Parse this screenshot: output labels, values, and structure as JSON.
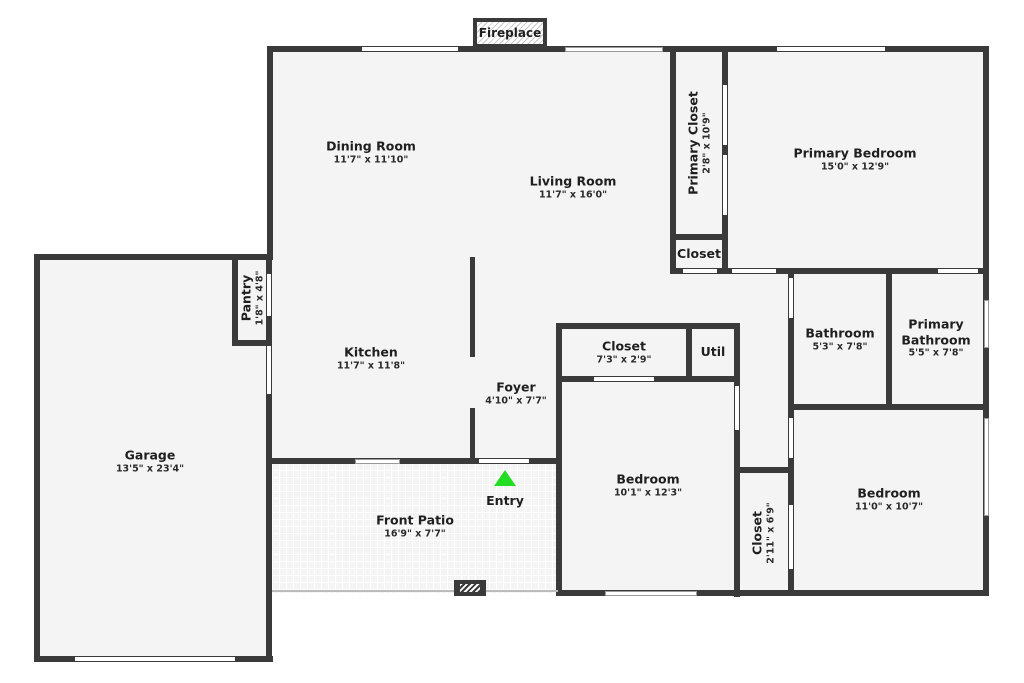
{
  "floorplan": {
    "fireplace": "Fireplace",
    "entry": "Entry",
    "entry_marker_color": "#22dd22",
    "wall_color": "#3a3a3a",
    "floor_color": "#f4f4f4",
    "rooms": {
      "dining": {
        "name": "Dining Room",
        "dim": "11'7\" x 11'10\""
      },
      "living": {
        "name": "Living Room",
        "dim": "11'7\" x 16'0\""
      },
      "primary_closet": {
        "name": "Primary Closet",
        "dim": "2'8\" x 10'9\""
      },
      "primary_bedroom": {
        "name": "Primary Bedroom",
        "dim": "15'0\" x 12'9\""
      },
      "closet_small": {
        "name": "Closet"
      },
      "pantry": {
        "name": "Pantry",
        "dim": "1'8\" x 4'8\""
      },
      "kitchen": {
        "name": "Kitchen",
        "dim": "11'7\" x 11'8\""
      },
      "foyer": {
        "name": "Foyer",
        "dim": "4'10\" x 7'7\""
      },
      "closet_hall": {
        "name": "Closet",
        "dim": "7'3\" x 2'9\""
      },
      "util": {
        "name": "Util"
      },
      "bathroom": {
        "name": "Bathroom",
        "dim": "5'3\" x 7'8\""
      },
      "primary_bathroom": {
        "name": "Primary Bathroom",
        "name_line1": "Primary",
        "name_line2": "Bathroom",
        "dim": "5'5\" x 7'8\""
      },
      "garage": {
        "name": "Garage",
        "dim": "13'5\" x 23'4\""
      },
      "front_patio": {
        "name": "Front Patio",
        "dim": "16'9\" x 7'7\""
      },
      "bedroom_2": {
        "name": "Bedroom",
        "dim": "10'1\" x 12'3\""
      },
      "closet_bed3": {
        "name": "Closet",
        "dim": "2'11\" x 6'9\""
      },
      "bedroom_3": {
        "name": "Bedroom",
        "dim": "11'0\" x 10'7\""
      }
    }
  }
}
